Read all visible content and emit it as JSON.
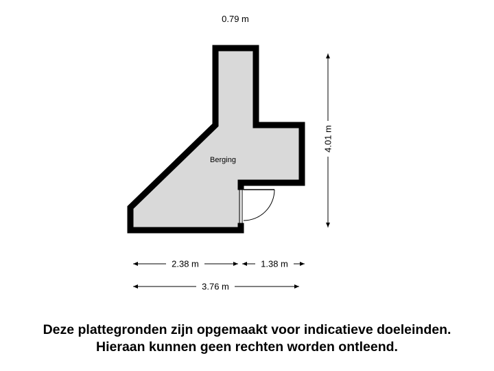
{
  "room": {
    "name": "Berging"
  },
  "dimensions": {
    "top_width": "0.79 m",
    "height": "4.01 m",
    "left_width": "2.38 m",
    "right_width": "1.38 m",
    "total_width": "3.76 m"
  },
  "disclaimer": {
    "line1": "Deze plattegronden zijn opgemaakt voor indicatieve doeleinden.",
    "line2": "Hieraan kunnen geen rechten worden ontleend."
  },
  "colors": {
    "wall": "#000000",
    "floor": "#d9d9d9",
    "background": "#ffffff"
  }
}
